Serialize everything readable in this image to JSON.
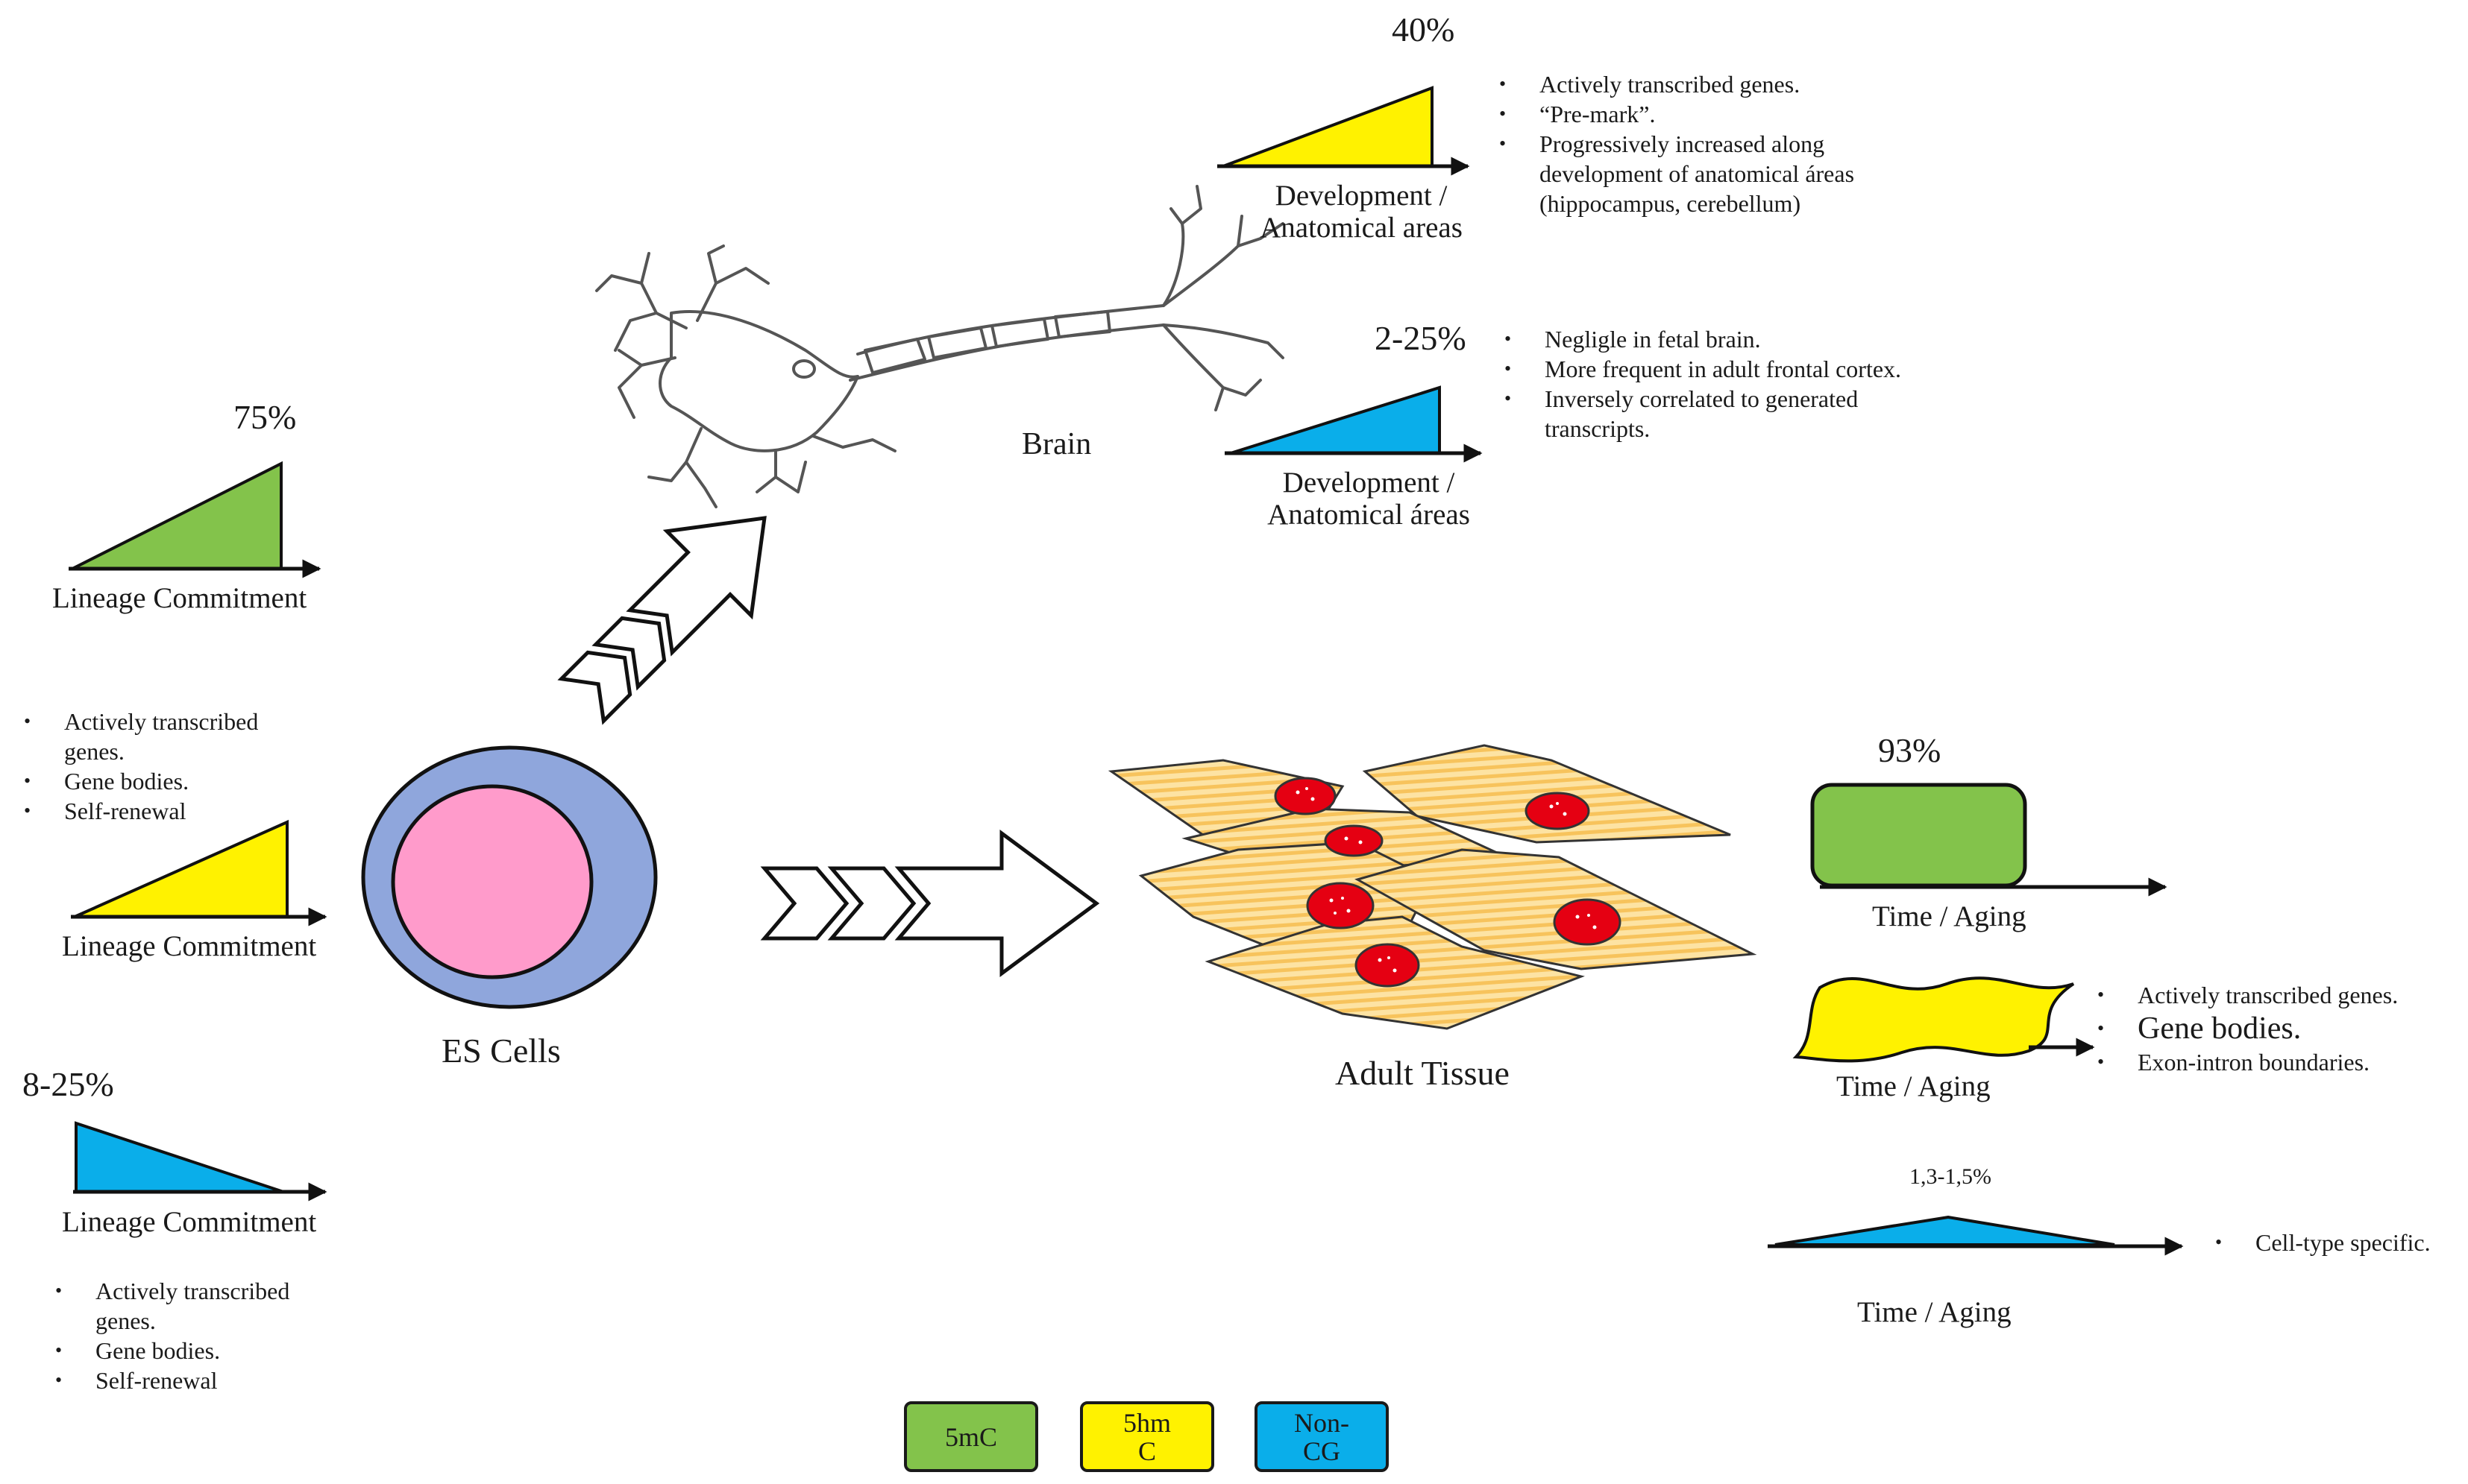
{
  "colors": {
    "green": "#83c34b",
    "yellow": "#fff200",
    "blue": "#0aaeea",
    "es_outer": "#8fa6dc",
    "es_inner": "#ff9bcb",
    "cell_fill": "#fbd27c",
    "cell_stripe": "#f6c058",
    "nucleus": "#e50012"
  },
  "center": {
    "es_cells_label": "ES Cells",
    "brain_label": "Brain",
    "adult_tissue_label": "Adult Tissue"
  },
  "es": {
    "green": {
      "percent": "75%",
      "axis_label": "Lineage Commitment"
    },
    "yellow": {
      "axis_label": "Lineage Commitment",
      "bullets": [
        "Actively transcribed genes.",
        "Gene bodies.",
        "Self-renewal"
      ]
    },
    "blue": {
      "percent": "8-25%",
      "axis_label": "Lineage Commitment",
      "bullets": [
        "Actively transcribed genes.",
        "Gene bodies.",
        "Self-renewal"
      ]
    }
  },
  "brain": {
    "yellow": {
      "percent": "40%",
      "axis_label_1": "Development /",
      "axis_label_2": "Anatomical areas",
      "bullets": [
        "Actively transcribed genes.",
        "“Pre-mark”.",
        "Progressively increased along development of anatomical áreas (hippocampus, cerebellum)"
      ]
    },
    "blue": {
      "percent": "2-25%",
      "axis_label_1": "Development /",
      "axis_label_2": "Anatomical áreas",
      "bullets": [
        "Negligle in fetal brain.",
        "More frequent in adult frontal cortex.",
        "Inversely correlated to generated transcripts."
      ]
    }
  },
  "adult": {
    "green": {
      "percent": "93%",
      "axis_label": "Time / Aging"
    },
    "yellow": {
      "axis_label": "Time / Aging",
      "bullets": [
        "Actively transcribed genes.",
        "Gene bodies.",
        "Exon-intron boundaries."
      ]
    },
    "blue": {
      "percent": "1,3-1,5%",
      "axis_label": "Time / Aging",
      "bullets": [
        "Cell-type specific."
      ]
    }
  },
  "legend": [
    {
      "label": "5mC",
      "color": "#83c34b"
    },
    {
      "label": "5hm C",
      "color": "#fff200"
    },
    {
      "label": "Non-CG",
      "color": "#0aaeea"
    }
  ]
}
